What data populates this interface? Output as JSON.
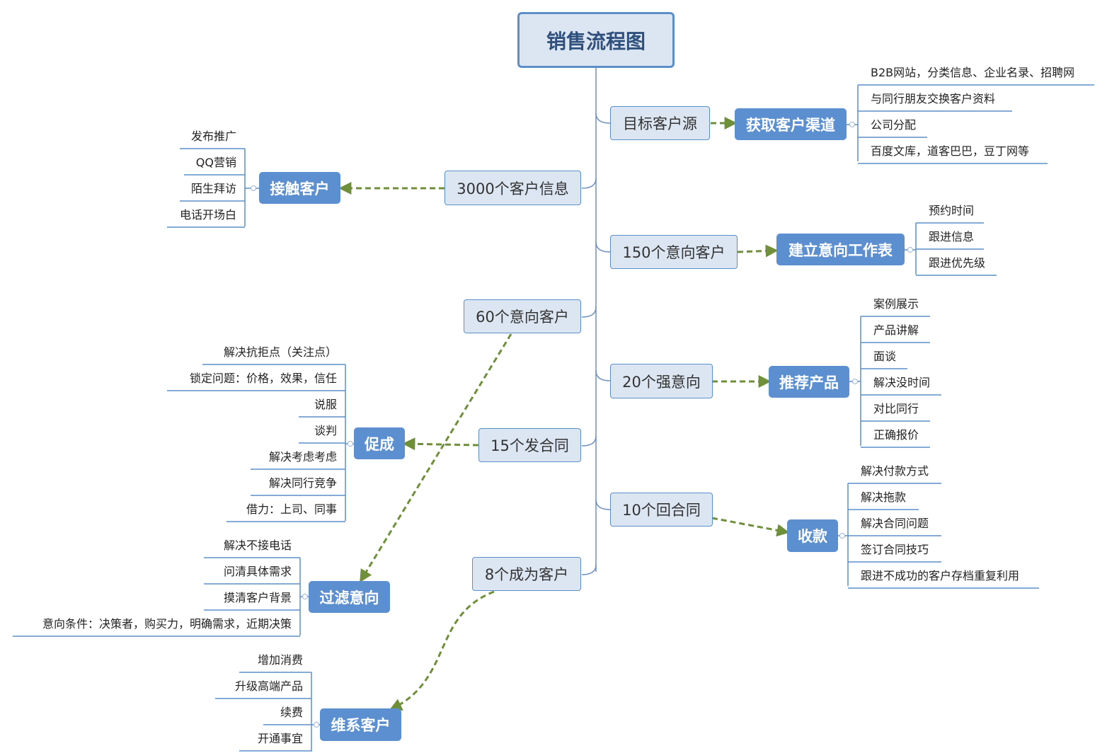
{
  "root": "销售流程图",
  "mid": {
    "n1": "目标客户源",
    "n2": "3000个客户信息",
    "n3": "150个意向客户",
    "n4": "60个意向客户",
    "n5": "20个强意向",
    "n6": "15个发合同",
    "n7": "10个回合同",
    "n8": "8个成为客户"
  },
  "categories": {
    "channels": {
      "label": "获取客户渠道",
      "items": [
        "B2B网站，分类信息、企业名录、招聘网",
        "与同行朋友交换客户资料",
        "公司分配",
        "百度文库，道客巴巴，豆丁网等"
      ]
    },
    "contact": {
      "label": "接触客户",
      "items": [
        "发布推广",
        "QQ营销",
        "陌生拜访",
        "电话开场白"
      ]
    },
    "worksheet": {
      "label": "建立意向工作表",
      "items": [
        "预约时间",
        "跟进信息",
        "跟进优先级"
      ]
    },
    "recommend": {
      "label": "推荐产品",
      "items": [
        "案例展示",
        "产品讲解",
        "面谈",
        "解决没时间",
        "对比同行",
        "正确报价"
      ]
    },
    "close": {
      "label": "促成",
      "items": [
        "解决抗拒点（关注点）",
        "锁定问题：价格，效果，信任",
        "说服",
        "谈判",
        "解决考虑考虑",
        "解决同行竞争",
        "借力：上司、同事"
      ]
    },
    "payment": {
      "label": "收款",
      "items": [
        "解决付款方式",
        "解决拖款",
        "解决合同问题",
        "签订合同技巧",
        "跟进不成功的客户存档重复利用"
      ]
    },
    "filter": {
      "label": "过滤意向",
      "items": [
        "解决不接电话",
        "问清具体需求",
        "摸清客户背景",
        "意向条件：决策者，购买力，明确需求，近期决策"
      ]
    },
    "maintain": {
      "label": "维系客户",
      "items": [
        "增加消费",
        "升级高端产品",
        "续费",
        "开通事宜"
      ]
    }
  },
  "colors": {
    "connector": "#6f8fbf",
    "arrow": "#6f8f3a",
    "category_fill": "#5b8fd0",
    "node_fill": "#dce6f2",
    "leaf_line": "#5b8fc9"
  }
}
